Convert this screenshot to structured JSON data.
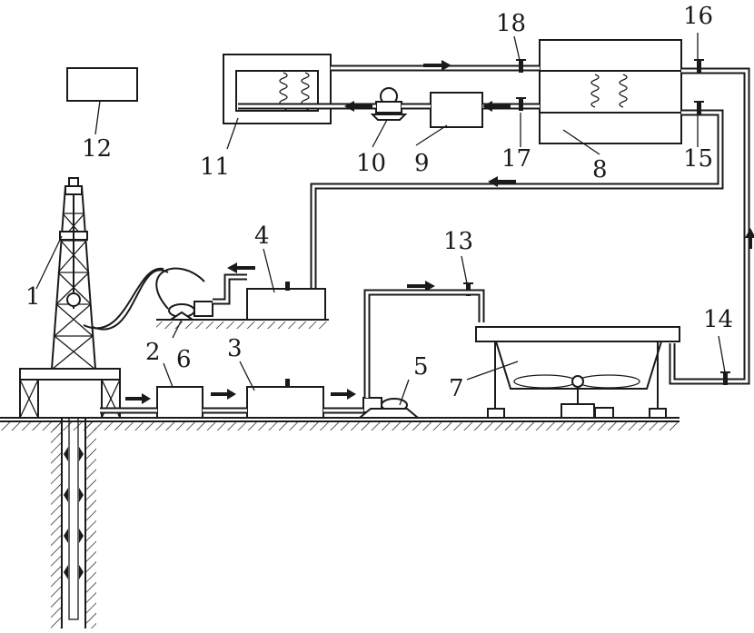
{
  "labels": {
    "l1": "1",
    "l2": "2",
    "l3": "3",
    "l4": "4",
    "l5": "5",
    "l6": "6",
    "l7": "7",
    "l8": "8",
    "l9": "9",
    "l10": "10",
    "l11": "11",
    "l12": "12",
    "l13": "13",
    "l14": "14",
    "l15": "15",
    "l16": "16",
    "l17": "17",
    "l18": "18"
  },
  "colors": {
    "ink": "#1a1a1a",
    "paper": "#ffffff"
  }
}
